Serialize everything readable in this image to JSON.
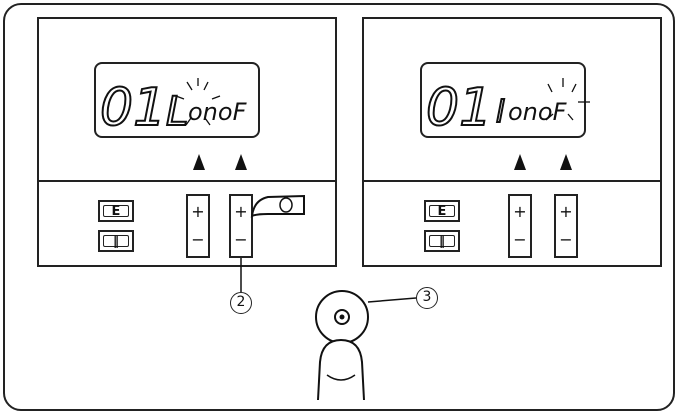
{
  "panels": [
    {
      "display": {
        "mode_number": "01",
        "seg1": "L",
        "word": "onoF"
      },
      "buttons": {
        "edit_label": "E",
        "needle_label": "‖"
      },
      "steppers": [
        {
          "plus": "+",
          "minus": "−"
        },
        {
          "plus": "+",
          "minus": "−"
        }
      ]
    },
    {
      "display": {
        "mode_number": "01",
        "seg1": "l",
        "word": "onoF"
      },
      "buttons": {
        "edit_label": "E",
        "needle_label": "‖"
      },
      "steppers": [
        {
          "plus": "+",
          "minus": "−"
        },
        {
          "plus": "+",
          "minus": "−"
        }
      ]
    }
  ],
  "callouts": {
    "two": "2",
    "three": "3"
  },
  "icons": {
    "finger": "finger-icon",
    "start_button": "start-stop-icon"
  }
}
